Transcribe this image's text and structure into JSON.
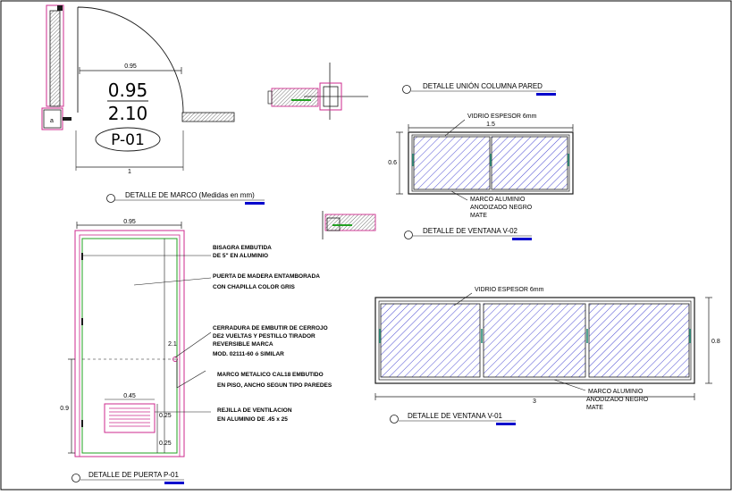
{
  "frame_detail": {
    "title": "DETALLE DE MARCO",
    "title_note": "(Medidas en mm)",
    "width_dim": "0.95",
    "bottom_dim": "1",
    "size_top": "0.95",
    "size_bottom": "2.10",
    "tag": "P-01",
    "hinge_mark": "a"
  },
  "column_detail": {
    "title": "DETALLE UNIÓN COLUMNA PARED"
  },
  "window_v02": {
    "title": "DETALLE DE VENTANA V-02",
    "glass_note": "VIDRIO ESPESOR 6mm",
    "width_dim": "1.5",
    "height_dim": "0.6",
    "frame_note_1": "MARCO ALUMINIO",
    "frame_note_2": "ANODIZADO NEGRO",
    "frame_note_3": "MATE"
  },
  "window_v01": {
    "title": "DETALLE DE VENTANA V-01",
    "glass_note": "VIDRIO ESPESOR 6mm",
    "width_dim": "3",
    "height_dim": "0.8",
    "frame_note_1": "MARCO ALUMINIO",
    "frame_note_2": "ANODIZADO NEGRO",
    "frame_note_3": "MATE"
  },
  "door_p01": {
    "title": "DETALLE DE PUERTA P-01",
    "width_dim": "0.95",
    "height_dim": "2.1",
    "handle_height_dim": "0.9",
    "grille_width_dim": "0.45",
    "grille_height_dim": "0.25",
    "grille_base_dim": "0.25",
    "note_hinge_1": "BISAGRA EMBUTIDA",
    "note_hinge_2": "DE 5\" EN   ALUMINIO",
    "note_door_1": "PUERTA DE MADERA ENTAMBORADA",
    "note_door_2": "CON CHAPILLA COLOR   GRIS",
    "note_lock_1": "CERRADURA DE EMBUTIR DE CERROJO",
    "note_lock_2": "DE2 VUELTAS Y PESTILLO TIRADOR",
    "note_lock_3": "REVERSIBLE MARCA",
    "note_lock_4": "MOD. 02111-60  ó   SIMILAR",
    "note_frame_1": "MARCO METALICO CAL18 EMBUTIDO",
    "note_frame_2": "EN PISO, ANCHO SEGUN TIPO PAREDES",
    "note_grille_1": "REJILLA DE VENTILACION",
    "note_grille_2": "EN ALUMINIO  DE  .45  x  25"
  },
  "colors": {
    "line": "#1a1a1a",
    "title_line": "#0000cc",
    "hatch": "#2020c8",
    "magenta": "#cc2a8c",
    "green": "#22a022",
    "teal": "#2a8f7a"
  }
}
